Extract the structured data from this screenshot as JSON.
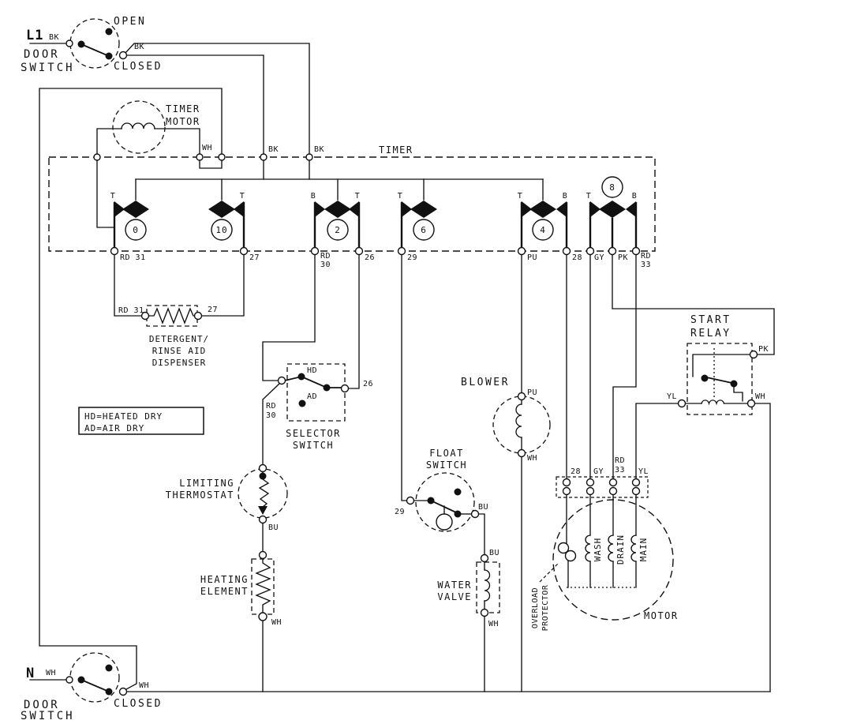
{
  "colors": {
    "ink": "#111111",
    "paper": "#ffffff"
  },
  "door_switch_top": {
    "supply": "L1",
    "wire_in": "BK",
    "state_open": "OPEN",
    "state_closed": "CLOSED",
    "wire_out": "BK",
    "name_line_1": "DOOR",
    "name_line_2": "SWITCH"
  },
  "timer_motor": {
    "name_line_1": "TIMER",
    "name_line_2": "MOTOR",
    "wire_wh": "WH"
  },
  "timer": {
    "name": "TIMER",
    "wire_bk_1": "BK",
    "wire_bk_2": "BK",
    "cams": {
      "c0": {
        "num": "0",
        "left": "T"
      },
      "c10": {
        "num": "10",
        "right": "T"
      },
      "c2": {
        "num": "2",
        "left": "B",
        "right": "T"
      },
      "c6": {
        "num": "6",
        "left": "T"
      },
      "c4": {
        "num": "4",
        "left": "T",
        "right": "B"
      },
      "c8": {
        "num": "8",
        "left": "T",
        "right": "B"
      }
    },
    "terminals": {
      "rd31": "RD 31",
      "t27": "27",
      "rd30_line1": "RD",
      "rd30_line2": "30",
      "t26": "26",
      "t29": "29",
      "pu": "PU",
      "t28": "28",
      "gy": "GY",
      "pk": "PK",
      "rd33_line1": "RD",
      "rd33_line2": "33"
    }
  },
  "dispenser": {
    "wire_rd31": "RD 31",
    "wire_27": "27",
    "name_line_1": "DETERGENT/",
    "name_line_2": "RINSE AID",
    "name_line_3": "DISPENSER"
  },
  "selector_switch": {
    "contact_hd": "HD",
    "contact_ad": "AD",
    "wire_26": "26",
    "wire_rd30_line1": "RD",
    "wire_rd30_line2": "30",
    "name_line_1": "SELECTOR",
    "name_line_2": "SWITCH"
  },
  "legend": {
    "line_1": "HD=HEATED DRY",
    "line_2": "AD=AIR DRY"
  },
  "limiting_thermostat": {
    "name_line_1": "LIMITING",
    "name_line_2": "THERMOSTAT",
    "wire_bu": "BU"
  },
  "heating_element": {
    "name_line_1": "HEATING",
    "name_line_2": "ELEMENT",
    "wire_wh": "WH"
  },
  "blower": {
    "name": "BLOWER",
    "wire_pu": "PU",
    "wire_wh": "WH"
  },
  "float_switch": {
    "name_line_1": "FLOAT",
    "name_line_2": "SWITCH",
    "wire_29": "29",
    "wire_bu": "BU"
  },
  "water_valve": {
    "name_line_1": "WATER",
    "name_line_2": "VALVE",
    "wire_bu": "BU",
    "wire_wh": "WH"
  },
  "start_relay": {
    "name_line_1": "START",
    "name_line_2": "RELAY",
    "wire_pk": "PK",
    "wire_yl": "YL",
    "wire_wh": "WH"
  },
  "motor": {
    "name": "MOTOR",
    "pin_28": "28",
    "pin_gy": "GY",
    "pin_rd33_line1": "RD",
    "pin_rd33_line2": "33",
    "pin_yl": "YL",
    "winding_wash": "WASH",
    "winding_drain": "DRAIN",
    "winding_main": "MAIN",
    "overload_line_1": "OVERLOAD",
    "overload_line_2": "PROTECTOR"
  },
  "door_switch_bottom": {
    "supply": "N",
    "wire_in": "WH",
    "state_closed": "CLOSED",
    "wire_out": "WH",
    "name_line_1": "DOOR",
    "name_line_2": "SWITCH"
  }
}
